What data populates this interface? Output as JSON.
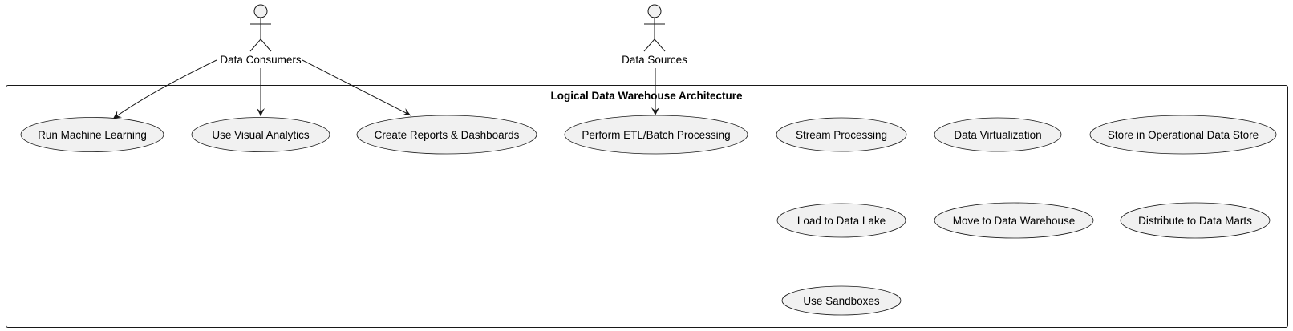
{
  "diagram": {
    "boundary": {
      "title": "Logical Data Warehouse Architecture"
    },
    "colors": {
      "ellipse_fill": "#f1f1f1",
      "stroke": "#181818",
      "background": "#ffffff"
    },
    "actors": [
      {
        "id": "consumers",
        "name": "Data Consumers"
      },
      {
        "id": "sources",
        "name": "Data Sources"
      }
    ],
    "use_cases": [
      {
        "id": "ml",
        "label": "Run Machine Learning"
      },
      {
        "id": "va",
        "label": "Use Visual Analytics"
      },
      {
        "id": "rd",
        "label": "Create Reports & Dashboards"
      },
      {
        "id": "etl",
        "label": "Perform ETL/Batch Processing"
      },
      {
        "id": "stream",
        "label": "Stream Processing"
      },
      {
        "id": "virt",
        "label": "Data Virtualization"
      },
      {
        "id": "ods",
        "label": "Store in Operational Data Store"
      },
      {
        "id": "lake",
        "label": "Load to Data Lake"
      },
      {
        "id": "dw",
        "label": "Move to Data Warehouse"
      },
      {
        "id": "marts",
        "label": "Distribute to Data Marts"
      },
      {
        "id": "sandbox",
        "label": "Use Sandboxes"
      }
    ],
    "links": [
      {
        "from": "consumers",
        "to": "ml"
      },
      {
        "from": "consumers",
        "to": "va"
      },
      {
        "from": "consumers",
        "to": "rd"
      },
      {
        "from": "sources",
        "to": "etl"
      }
    ]
  }
}
